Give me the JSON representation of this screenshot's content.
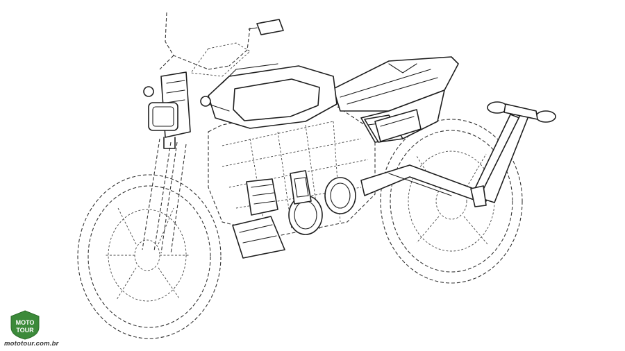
{
  "illustration": {
    "subject": "motorcycle-patent-line-drawing",
    "stroke_color": "#1e1e1e",
    "background": "#ffffff"
  },
  "watermark": {
    "badge_lines": [
      "MOTO",
      "TOUR"
    ],
    "url": "mototour.com.br",
    "badge_color": "#3c8a3a"
  }
}
